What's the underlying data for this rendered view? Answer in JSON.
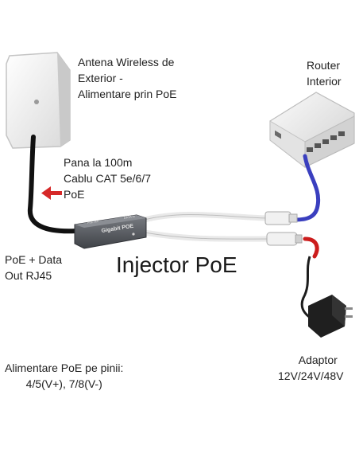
{
  "labels": {
    "antenna": [
      "Antena Wireless de",
      "Exterior -",
      "Alimentare prin PoE"
    ],
    "router": [
      "Router",
      "Interior"
    ],
    "cable": [
      "Pana la 100m",
      "Cablu CAT 5e/6/7",
      "PoE"
    ],
    "poe_data_out": [
      "PoE + Data",
      "Out RJ45"
    ],
    "injector_title": "Injector PoE",
    "adaptor": [
      "Adaptor",
      "12V/24V/48V"
    ],
    "pinout": [
      "Alimentare PoE pe pinii:",
      "4/5(V+), 7/8(V-)"
    ]
  },
  "device_text": {
    "injector_brand": "Gigabit POE",
    "injector_small_left": "PoE out",
    "injector_small_right": "DATA in"
  },
  "colors": {
    "arrow_red": "#d62828",
    "cable_black": "#111111",
    "cable_blue": "#3a3fbf",
    "cable_red": "#cc1d1d",
    "cable_white": "#e9e9e9",
    "injector_body": "#5a5d63"
  }
}
